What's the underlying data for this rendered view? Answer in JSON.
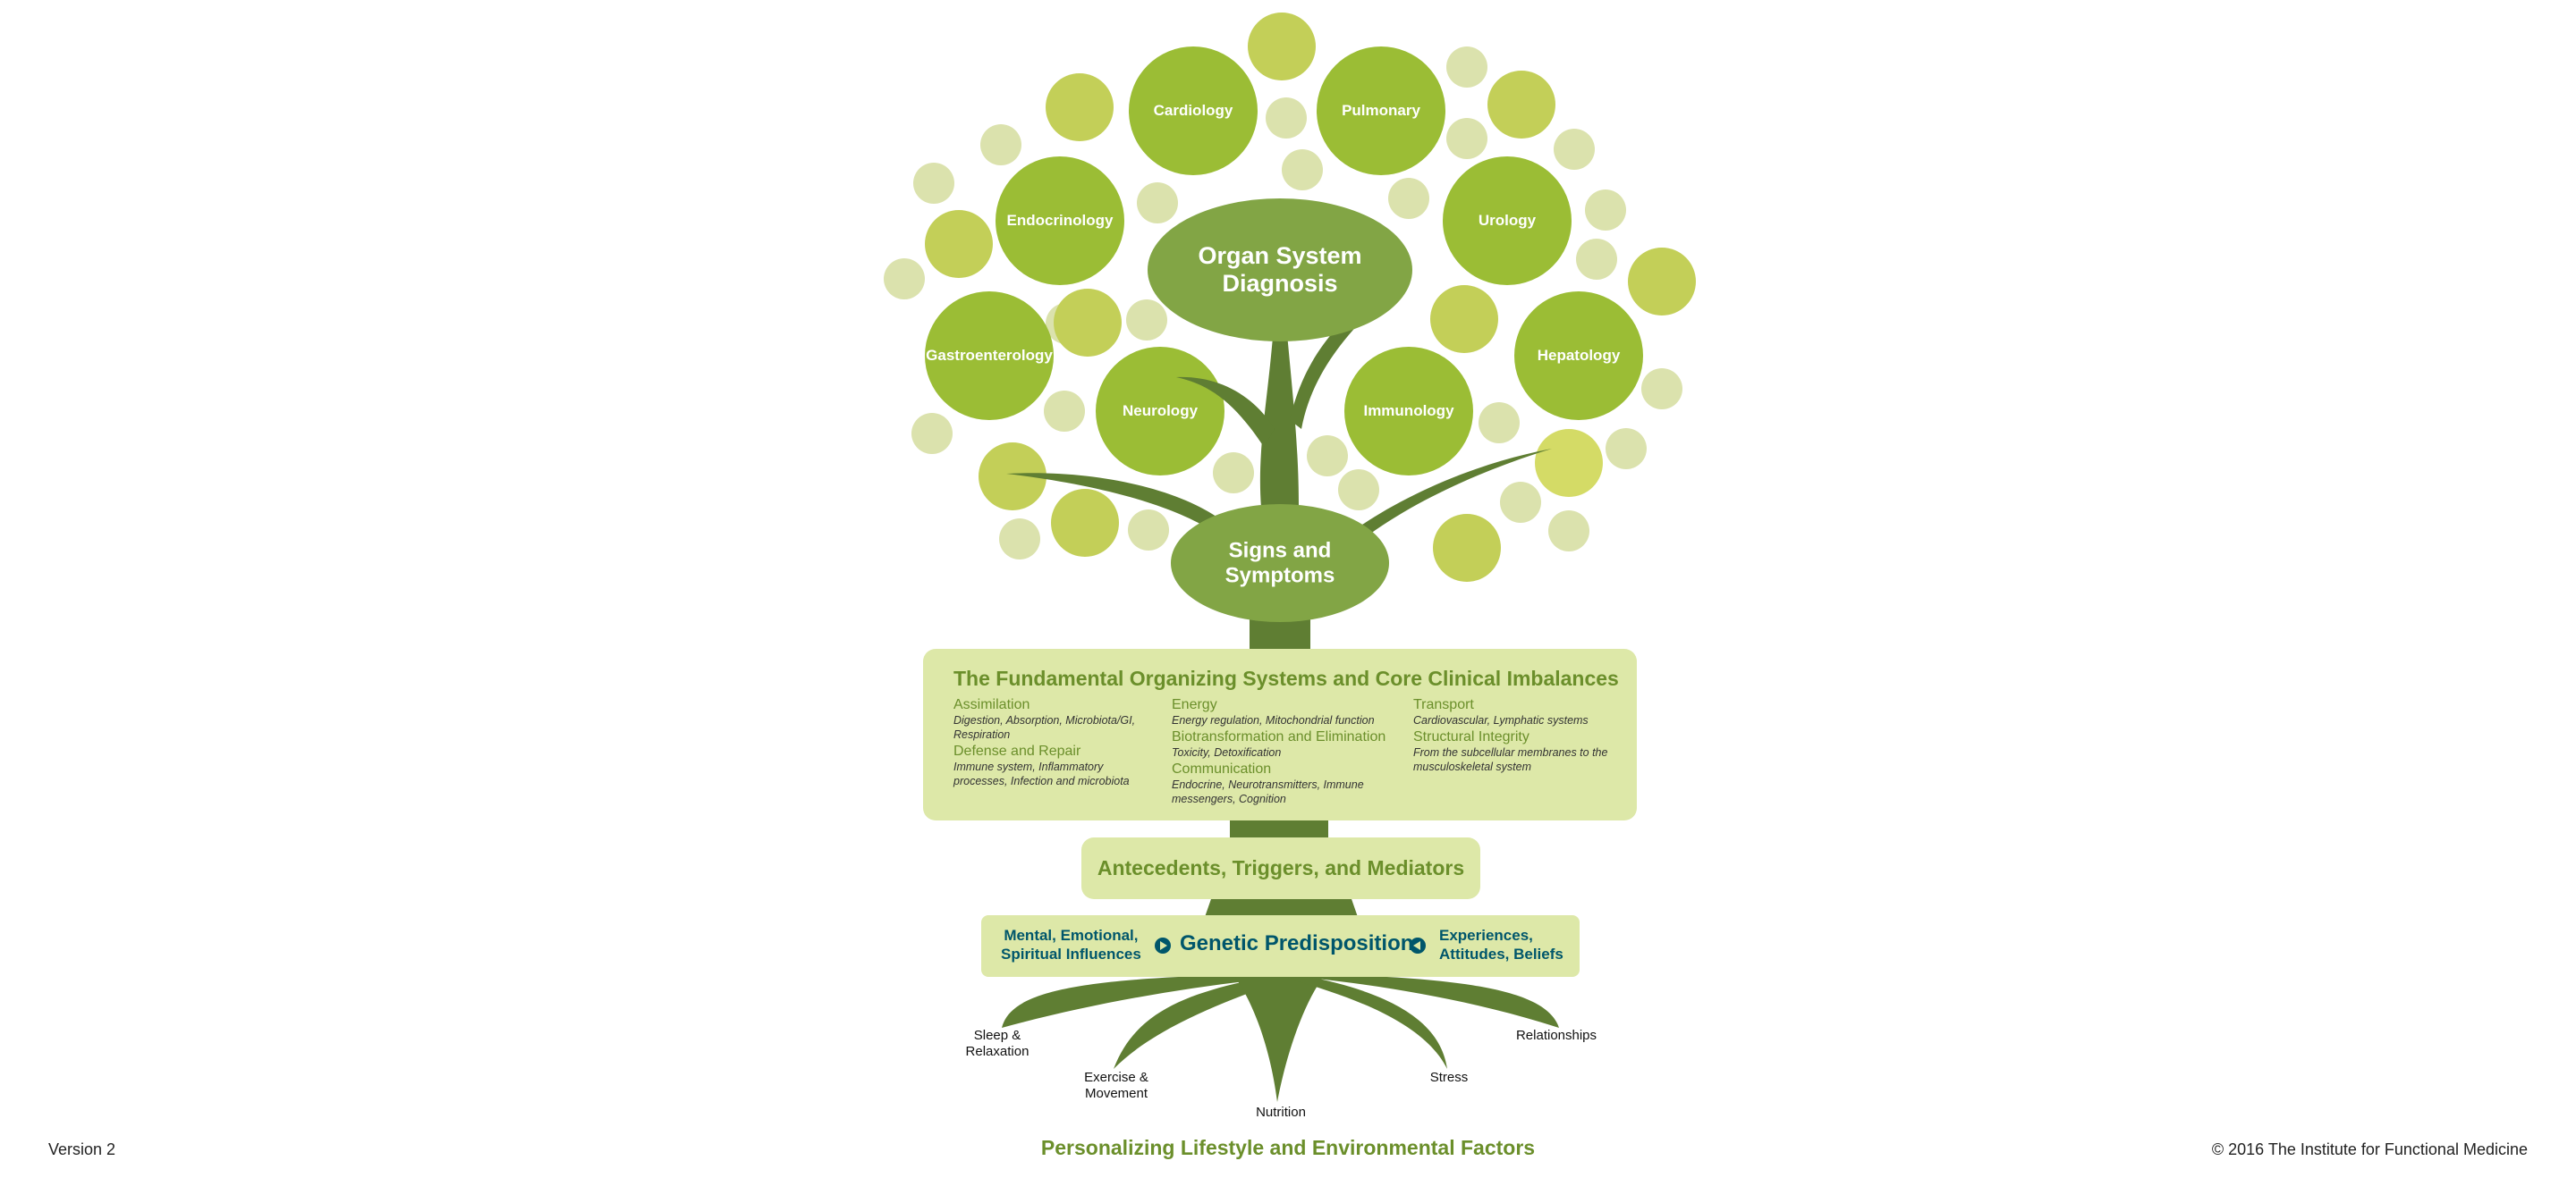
{
  "diagram": {
    "organ_system_diagnosis": "Organ System Diagnosis",
    "signs_and_symptoms": "Signs and Symptoms",
    "organ_systems": [
      {
        "label": "Cardiology"
      },
      {
        "label": "Pulmonary"
      },
      {
        "label": "Endocrinology"
      },
      {
        "label": "Urology"
      },
      {
        "label": "Gastroenterology"
      },
      {
        "label": "Hepatology"
      },
      {
        "label": "Neurology"
      },
      {
        "label": "Immunology"
      }
    ],
    "fundamental": {
      "title": "The Fundamental Organizing Systems and Core Clinical Imbalances",
      "columns": [
        [
          {
            "heading": "Assimilation",
            "detail": "Digestion, Absorption, Microbiota/GI, Respiration"
          },
          {
            "heading": "Defense and Repair",
            "detail": "Immune system, Inflammatory processes, Infection and microbiota"
          }
        ],
        [
          {
            "heading": "Energy",
            "detail": "Energy regulation, Mitochondrial function"
          },
          {
            "heading": "Biotransformation and Elimination",
            "detail": "Toxicity, Detoxification"
          },
          {
            "heading": "Communication",
            "detail": "Endocrine, Neurotransmitters, Immune messengers, Cognition"
          }
        ],
        [
          {
            "heading": "Transport",
            "detail": "Cardiovascular, Lymphatic systems"
          },
          {
            "heading": "Structural Integrity",
            "detail": "From the subcellular membranes to the musculoskeletal system"
          }
        ]
      ]
    },
    "antecedents": "Antecedents, Triggers, and Mediators",
    "genetic": {
      "left_line1": "Mental, Emotional,",
      "left_line2": "Spiritual Influences",
      "center": "Genetic Predisposition",
      "right_line1": "Experiences,",
      "right_line2": "Attitudes, Beliefs"
    },
    "roots": {
      "sleep_line1": "Sleep &",
      "sleep_line2": "Relaxation",
      "exercise_line1": "Exercise &",
      "exercise_line2": "Movement",
      "nutrition": "Nutrition",
      "stress": "Stress",
      "relationships": "Relationships"
    }
  },
  "footer": {
    "version": "Version 2",
    "title": "Personalizing Lifestyle and Environmental Factors",
    "copyright": "© 2016 The Institute for Functional Medicine"
  },
  "colors": {
    "leaf_green": "#9bbd35",
    "olive_circle": "#c3cf58",
    "pale_circle": "#dbe2ad",
    "trunk": "#5f7e33",
    "center_oval": "#82a545",
    "panel_bg": "#dde8a8",
    "green_text": "#6b8f2b",
    "teal_text": "#00566b"
  }
}
